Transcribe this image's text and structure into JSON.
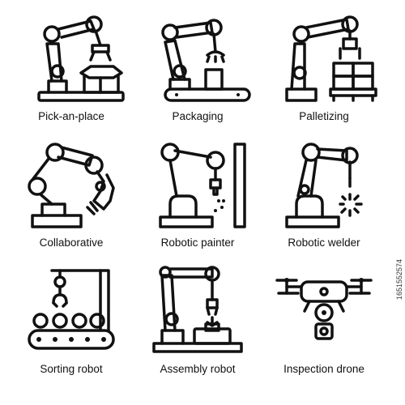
{
  "icons": [
    {
      "label": "Pick-an-place",
      "icon": "pick-and-place-robot-arm-icon"
    },
    {
      "label": "Packaging",
      "icon": "packaging-robot-arm-icon"
    },
    {
      "label": "Palletizing",
      "icon": "palletizing-robot-arm-icon"
    },
    {
      "label": "Collaborative",
      "icon": "collaborative-robot-arm-icon"
    },
    {
      "label": "Robotic painter",
      "icon": "painter-robot-arm-icon"
    },
    {
      "label": "Robotic welder",
      "icon": "welder-robot-arm-icon"
    },
    {
      "label": "Sorting robot",
      "icon": "sorting-robot-icon"
    },
    {
      "label": "Assembly robot",
      "icon": "assembly-robot-arm-icon"
    },
    {
      "label": "Inspection drone",
      "icon": "inspection-drone-icon"
    }
  ],
  "stock_id": "1651552574",
  "colors": {
    "stroke": "#111111",
    "background": "#ffffff"
  }
}
